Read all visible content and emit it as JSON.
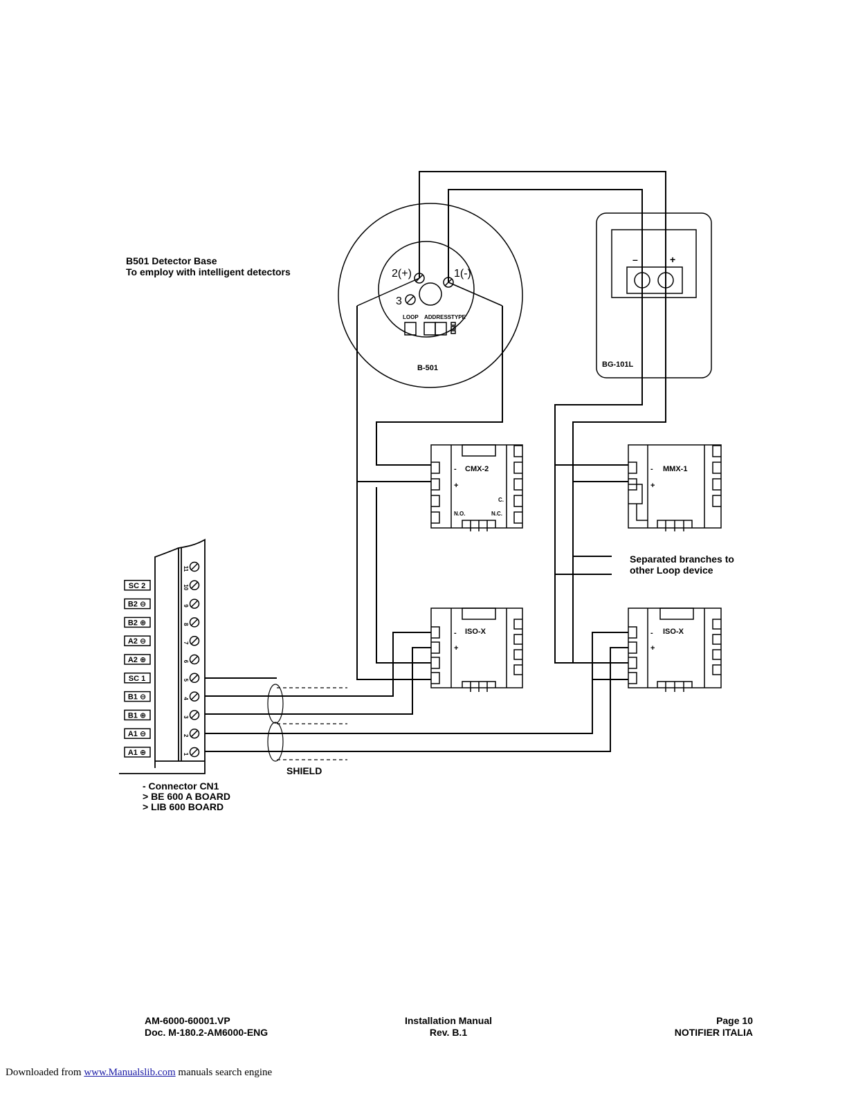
{
  "diagram": {
    "base": {
      "title": "B501 Detector Base",
      "subtitle": "To employ with intelligent detectors",
      "model": "B-501",
      "term_plus": "2(+)",
      "term_minus": "1(-)",
      "term_3": "3",
      "loop_label": "LOOP",
      "address_label": "ADDRESS",
      "type_label": "TYPE"
    },
    "bg": {
      "model": "BG-101L",
      "minus": "–",
      "plus": "+"
    },
    "cmx": {
      "name": "CMX-2",
      "minus": "-",
      "plus": "+",
      "no": "N.O.",
      "nc": "N.C.",
      "c": "C."
    },
    "mmx": {
      "name": "MMX-1",
      "minus": "-",
      "plus": "+"
    },
    "iso": {
      "name": "ISO-X",
      "minus": "-",
      "plus": "+"
    },
    "branches": {
      "line1": "Separated branches to",
      "line2": "other Loop device"
    },
    "shield": "SHIELD",
    "panel": {
      "terminals": [
        "SC 2",
        "B2 ⊖",
        "B2 ⊕",
        "A2 ⊖",
        "A2 ⊕",
        "SC 1",
        "B1 ⊖",
        "B1 ⊕",
        "A1 ⊖",
        "A1 ⊕"
      ],
      "numbers": [
        "11",
        "10",
        "9",
        "8",
        "7",
        "6",
        "5",
        "4",
        "3",
        "2",
        "1"
      ]
    },
    "connector": {
      "line1": "- Connector CN1",
      "line2": "> BE 600 A BOARD",
      "line3": "> LIB 600 BOARD"
    }
  },
  "footer": {
    "left1": "AM-6000-60001.VP",
    "left2": "Doc. M-180.2-AM6000-ENG",
    "center1": "Installation Manual",
    "center2": "Rev. B.1",
    "right1": "Page 10",
    "right2": "NOTIFIER ITALIA"
  },
  "download": {
    "prefix": "Downloaded from",
    "link": "www.Manualslib.com",
    "suffix": "manuals search engine"
  }
}
